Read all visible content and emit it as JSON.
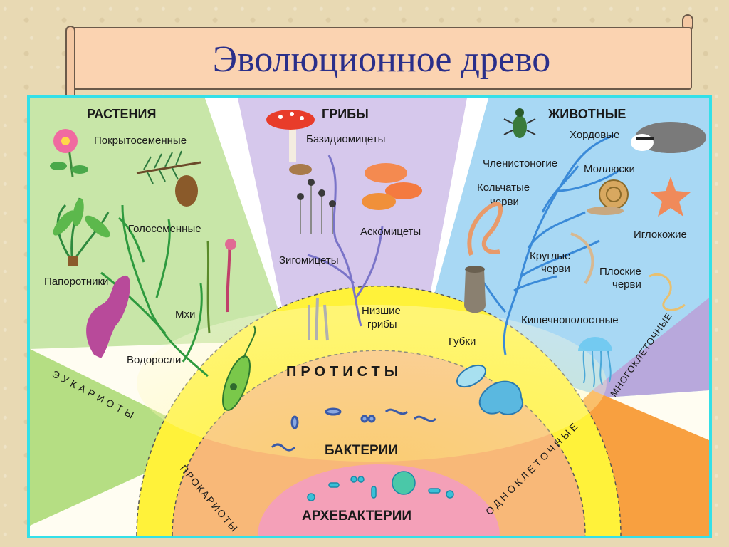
{
  "title": "Эволюционное древо",
  "kingdoms": {
    "plants": {
      "label": "РАСТЕНИЯ",
      "groups": [
        "Покрытосеменные",
        "Голосеменные",
        "Папоротники",
        "Мхи",
        "Водоросли"
      ]
    },
    "fungi": {
      "label": "ГРИБЫ",
      "groups": [
        "Базидиомицеты",
        "Аскомицеты",
        "Зигомицеты",
        "Низшие",
        "грибы"
      ]
    },
    "animals": {
      "label": "ЖИВОТНЫЕ",
      "groups": [
        "Хордовые",
        "Членистоногие",
        "Моллюски",
        "Кольчатые",
        "черви",
        "Иглокожие",
        "Круглые",
        "черви",
        "Плоские",
        "черви",
        "Кишечнополостные",
        "Губки"
      ]
    }
  },
  "layers": {
    "protists": "ПРОТИСТЫ",
    "bacteria": "БАКТЕРИИ",
    "archaea": "АРХЕБАКТЕРИИ"
  },
  "side_labels": {
    "eukaryotes": "ЭУКАРИОТЫ",
    "prokaryotes": "ПРОКАРИОТЫ",
    "unicellular": "ОДНОКЛЕТОЧНЫЕ",
    "multicellular": "МНОГОКЛЕТОЧНЫЕ"
  },
  "colors": {
    "plants_bg": "#c8e6a8",
    "fungi_bg": "#d6c8ec",
    "animals_bg": "#a8d8f4",
    "protists": "#fff23a",
    "bacteria": "#f8b878",
    "archaea": "#f4a0b8",
    "eukaryotes_band": "#a8d870",
    "prokaryotes_band": "#f8b8a8",
    "unicellular_band": "#f8a040",
    "multicellular_band": "#b8a8dc",
    "frame": "#33e0e8",
    "title": "#2a2f8a"
  },
  "icons": [
    "rose-icon",
    "pine-branch-icon",
    "fern-icon",
    "moss-icon",
    "algae-icon",
    "euglena-icon",
    "amanita-mushroom-icon",
    "chanterelle-icon",
    "mold-icon",
    "beetle-icon",
    "badger-icon",
    "snail-icon",
    "starfish-icon",
    "earthworm-icon",
    "roundworm-icon",
    "flatworm-icon",
    "sponge-icon",
    "jellyfish-icon",
    "amoeba-icon",
    "bacteria-icon",
    "archaea-icon"
  ]
}
